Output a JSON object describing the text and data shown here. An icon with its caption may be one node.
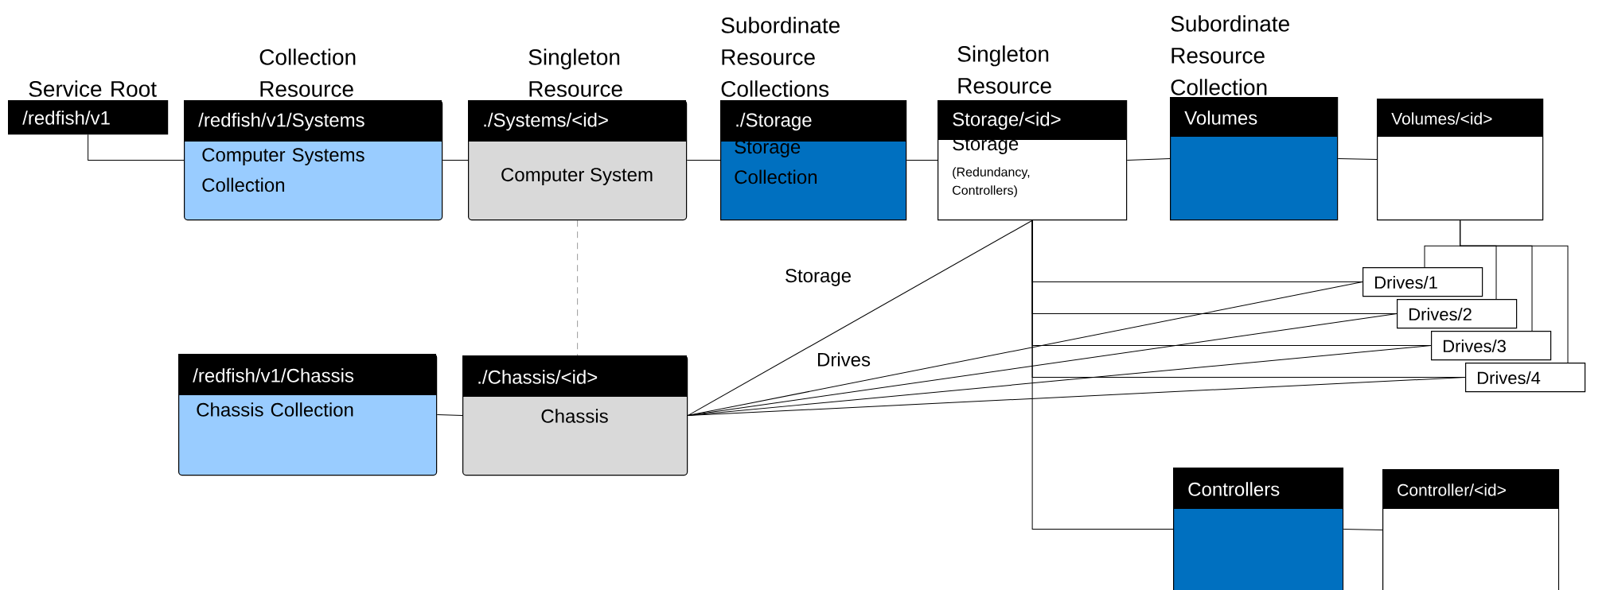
{
  "diagram": {
    "nodes": [
      {
        "text": [
          "Service Root",
          "/redfish/v1"
        ]
      },
      {
        "text": [
          "Collection Resource",
          "/redfish/v1/Systems",
          "Computer Systems Collection"
        ]
      },
      {
        "text": [
          "Singleton Resource",
          "./Systems/<id>",
          "Computer System"
        ]
      },
      {
        "text": [
          "Subordinate Resource Collections",
          "./Storage",
          "Storage Collection"
        ]
      },
      {
        "text": [
          "Singleton Resource",
          "Storage/<id>",
          "Storage",
          "(Redundancy, Controllers)"
        ]
      },
      {
        "text": [
          "Subordinate Resource Collection",
          "Volumes"
        ]
      },
      {
        "text": [
          "Volumes/<id>"
        ]
      },
      {
        "text": [
          "/redfish/v1/Chassis",
          "Chassis Collection"
        ]
      },
      {
        "text": [
          "./Chassis/<id>",
          "Chassis"
        ]
      },
      {
        "text": [
          "Drives/1"
        ]
      },
      {
        "text": [
          "Drives/2"
        ]
      },
      {
        "text": [
          "Drives/3"
        ]
      },
      {
        "text": [
          "Drives/4"
        ]
      },
      {
        "text": [
          "Controllers"
        ]
      },
      {
        "text": [
          "Controller/<id>"
        ]
      }
    ],
    "edges": [
      {
        "from": 0,
        "to": 1,
        "arrow": "none"
      },
      {
        "from": 1,
        "to": 2,
        "arrow": "none"
      },
      {
        "from": 2,
        "to": 3,
        "arrow": "none"
      },
      {
        "from": 3,
        "to": 4,
        "arrow": "none"
      },
      {
        "from": 4,
        "to": 5,
        "arrow": "none"
      },
      {
        "from": 5,
        "to": 6,
        "arrow": "none"
      },
      {
        "from": 2,
        "to": 8,
        "arrow": "none",
        "style": "dashed"
      },
      {
        "from": 7,
        "to": 8,
        "arrow": "none"
      },
      {
        "from": 8,
        "to": 4,
        "arrow": "none",
        "label": "Storage"
      },
      {
        "from": 8,
        "to": 9,
        "arrow": "none",
        "label": "Drives"
      },
      {
        "from": 8,
        "to": 10,
        "arrow": "none"
      },
      {
        "from": 8,
        "to": 11,
        "arrow": "none"
      },
      {
        "from": 8,
        "to": 12,
        "arrow": "none"
      },
      {
        "from": 4,
        "to": 9,
        "arrow": "none"
      },
      {
        "from": 4,
        "to": 10,
        "arrow": "none"
      },
      {
        "from": 4,
        "to": 11,
        "arrow": "none"
      },
      {
        "from": 4,
        "to": 12,
        "arrow": "none"
      },
      {
        "from": 6,
        "to": 9,
        "arrow": "none"
      },
      {
        "from": 6,
        "to": 10,
        "arrow": "none"
      },
      {
        "from": 6,
        "to": 11,
        "arrow": "none"
      },
      {
        "from": 6,
        "to": 12,
        "arrow": "none"
      },
      {
        "from": 4,
        "to": 13,
        "arrow": "none"
      },
      {
        "from": 13,
        "to": 14,
        "arrow": "none"
      }
    ]
  }
}
